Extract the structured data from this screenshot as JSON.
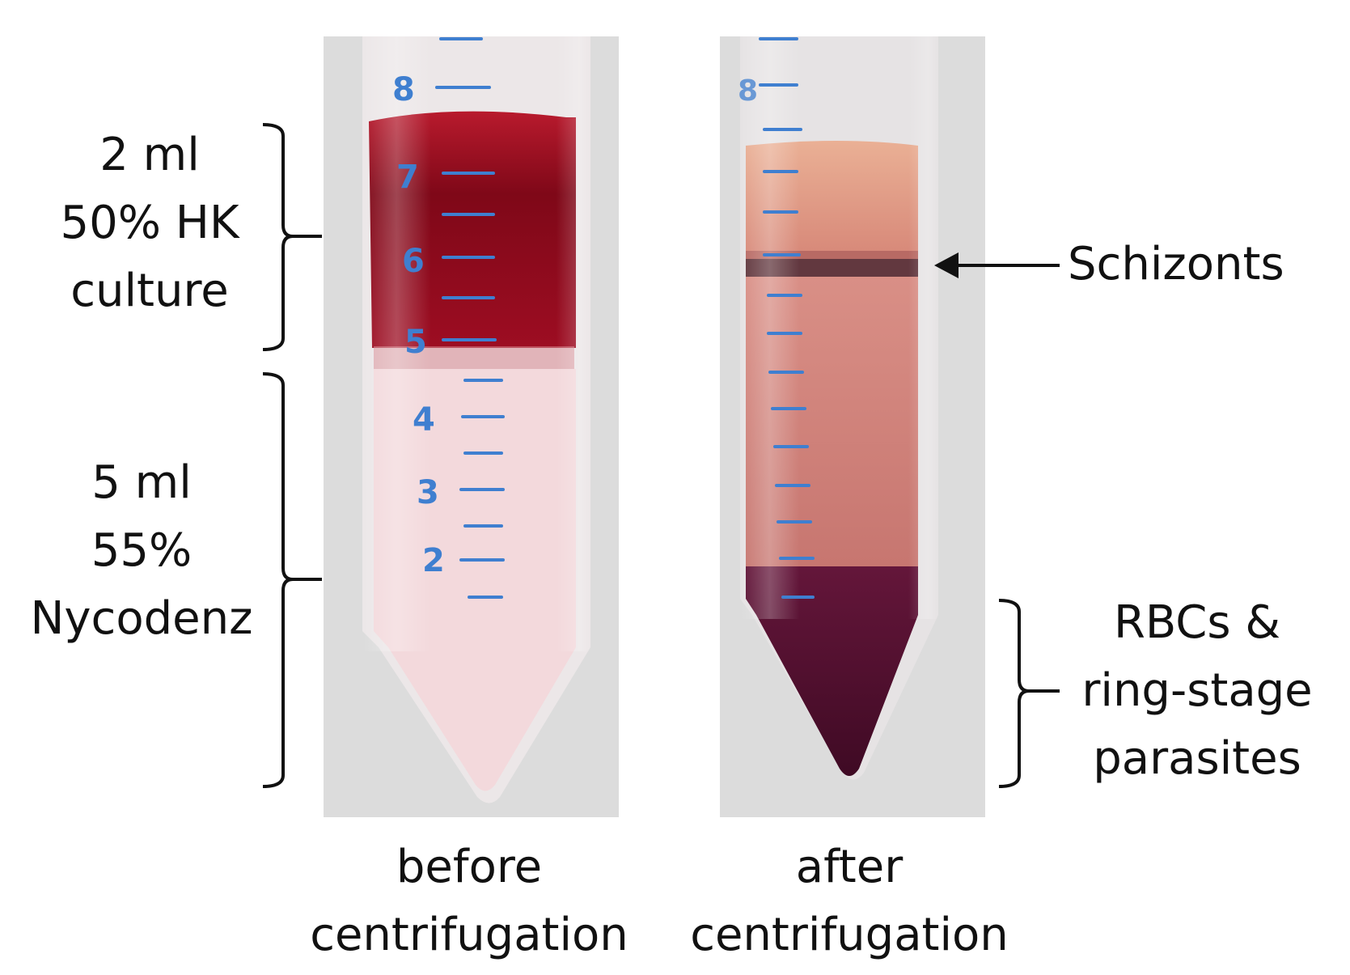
{
  "labels": {
    "top_left": [
      "2 ml",
      "50% HK",
      "culture"
    ],
    "bottom_left": [
      "5 ml",
      "55%",
      "Nycodenz"
    ],
    "right_top": "Schizonts",
    "right_bottom": [
      "RBCs &",
      "ring-stage",
      "parasites"
    ],
    "caption_left": [
      "before",
      "centrifugation"
    ],
    "caption_right": [
      "after",
      "centrifugation"
    ]
  },
  "tube_before_scale": [
    "8",
    "7",
    "6",
    "5",
    "4",
    "3",
    "2"
  ],
  "tube_after_scale": [
    "8"
  ],
  "colors": {
    "backdrop": "#dcdcdc",
    "culture_red": "#8e0a1e",
    "nycodenz_pink": "#f3d9dc",
    "supernatant_orange": "#e9a98c",
    "pellet_purple": "#4f0f2c",
    "scale_blue": "#3f7fd0"
  }
}
